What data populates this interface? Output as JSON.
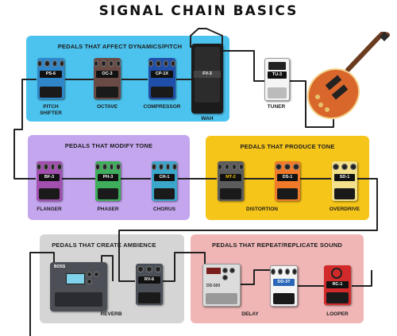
{
  "title": "SIGNAL CHAIN BASICS",
  "panels": {
    "dynamics": {
      "title": "PEDALS THAT AFFECT DYNAMICS/PITCH",
      "color": "#4cc3ee"
    },
    "modify": {
      "title": "PEDALS THAT MODIFY TONE",
      "color": "#c4a6ef"
    },
    "produce": {
      "title": "PEDALS THAT PRODUCE TONE",
      "color": "#f6c51a"
    },
    "ambience": {
      "title": "PEDALS THAT CREATE AMBIENCE",
      "color": "#d5d5d5"
    },
    "repeat": {
      "title": "PEDALS THAT REPEAT/REPLICATE SOUND",
      "color": "#f0b6b6"
    }
  },
  "pedals": {
    "ps6": {
      "name": "PS-6",
      "caption_line1": "PITCH",
      "caption_line2": "SHIFTER",
      "color": "#2f86c8"
    },
    "oc3": {
      "name": "OC-3",
      "caption": "OCTAVE",
      "color": "#6a4a45"
    },
    "cp1x": {
      "name": "CP-1X",
      "caption": "COMPRESSOR",
      "color": "#1f4fa8"
    },
    "fv3": {
      "name": "FV-3",
      "caption": "WAH",
      "color": "#1b1b1b"
    },
    "tu3": {
      "name": "TU-3",
      "caption": "TUNER",
      "color": "#f4f4f4"
    },
    "bf3": {
      "name": "BF-3",
      "caption": "FLANGER",
      "color": "#a24fb0"
    },
    "ph3": {
      "name": "PH-3",
      "caption": "PHASER",
      "color": "#3fae5c"
    },
    "ch1": {
      "name": "CH-1",
      "caption": "CHORUS",
      "color": "#3aa6c9"
    },
    "mt2": {
      "name": "MT-2",
      "caption": "DISTORTION",
      "color": "#5c5c5c"
    },
    "ds1": {
      "name": "DS-1",
      "caption": "",
      "color": "#f07a2a"
    },
    "sd1": {
      "name": "SD-1",
      "caption": "OVERDRIVE",
      "color": "#f2e08a"
    },
    "rv6": {
      "name": "RV-6",
      "caption": "REVERB",
      "color": "#4a4f58"
    },
    "dd3t": {
      "name": "DD-3T",
      "caption": "DELAY",
      "color": "#f4f4f4"
    },
    "rc1": {
      "name": "RC-1",
      "caption": "LOOPER",
      "color": "#d22a2a"
    }
  },
  "multi_units": {
    "boss_gt": {
      "brand_text": "BOSS",
      "color": "#4c4f55"
    },
    "delay_unit": {
      "brand_text": "DD-500",
      "color": "#dcdcdc"
    }
  },
  "cable_color": "#222222",
  "guitar_color": "#d9662b"
}
